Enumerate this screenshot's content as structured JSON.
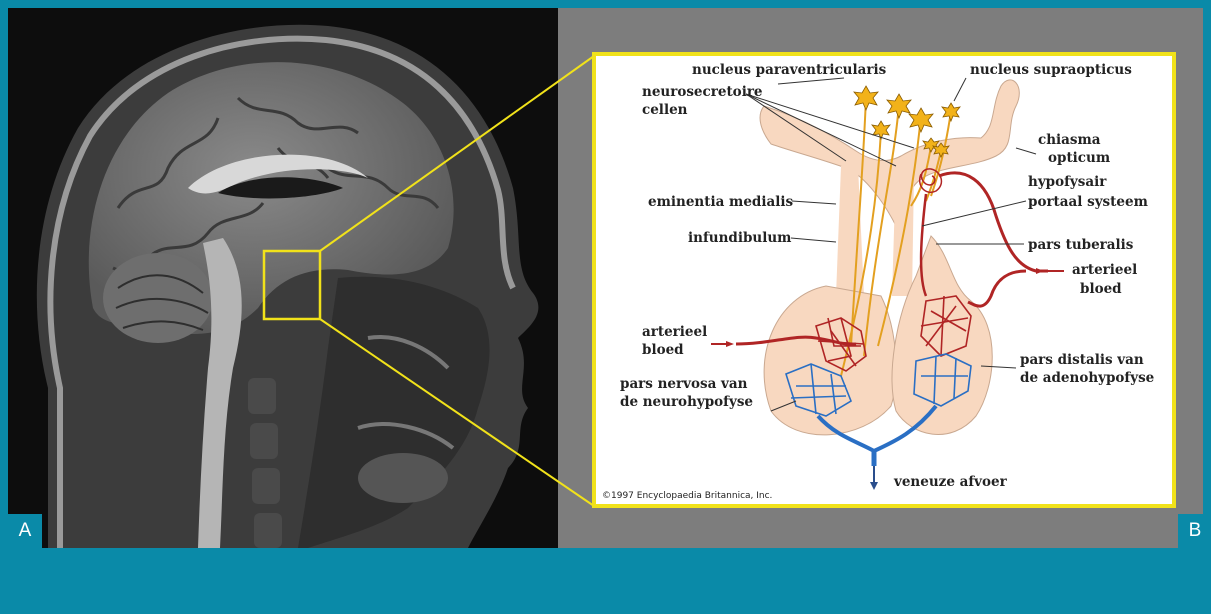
{
  "panels": {
    "a_label": "A",
    "b_label": "B"
  },
  "diagram": {
    "labels": {
      "nucleus_paraventricularis": "nucleus paraventricularis",
      "nucleus_supraopticus": "nucleus supraopticus",
      "neurosecretoire": "neurosecretoire",
      "cellen": "cellen",
      "chiasma": "chiasma",
      "opticum": "opticum",
      "eminentia_medialis": "eminentia medialis",
      "hypofysair": "hypofysair",
      "portaal_systeem": "portaal systeem",
      "infundibulum": "infundibulum",
      "pars_tuberalis": "pars tuberalis",
      "arterieel_right": "arterieel",
      "bloed_right": "bloed",
      "arterieel_left": "arterieel",
      "bloed_left": "bloed",
      "pars_distalis_1": "pars distalis van",
      "pars_distalis_2": "de adenohypofyse",
      "pars_nervosa_1": "pars nervosa van",
      "pars_nervosa_2": "de neurohypofyse",
      "veneuze_afvoer": "veneuze afvoer",
      "copyright": "©1997 Encyclopaedia Britannica, Inc."
    }
  },
  "colors": {
    "frame": "#0a8aa8",
    "highlight_yellow": "#f1e21a",
    "tissue": "#f8d8c0",
    "artery": "#b02525",
    "vein": "#2a6fc4",
    "neuron": "#f2b21a"
  }
}
